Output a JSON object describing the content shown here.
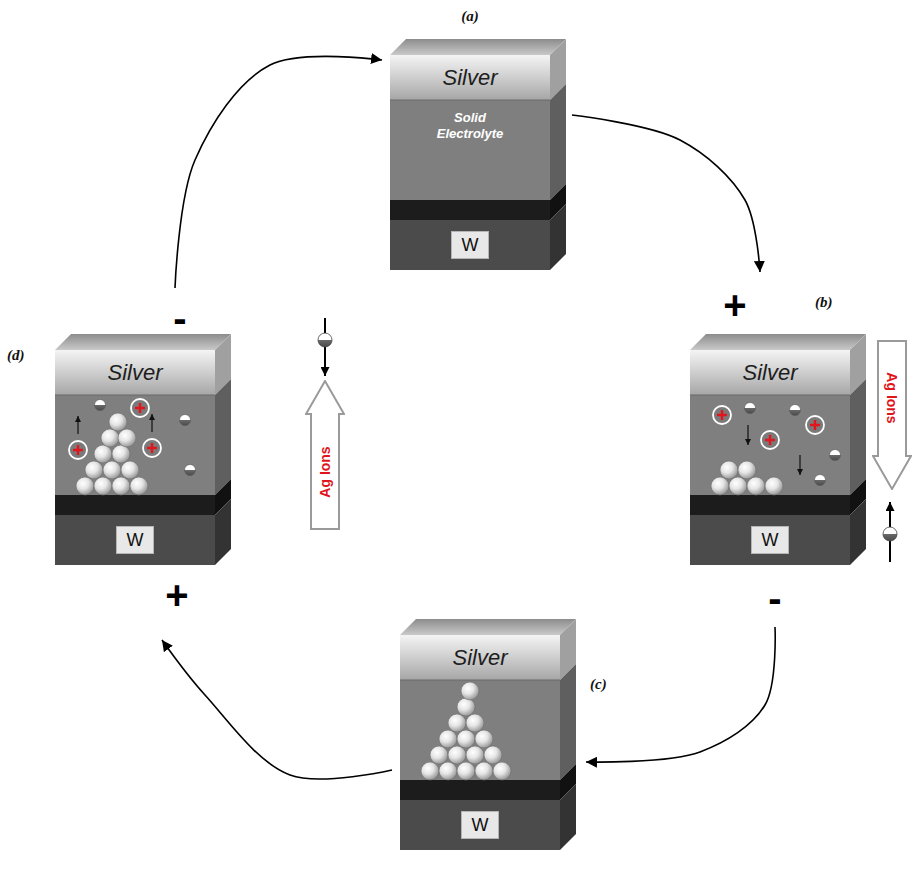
{
  "diagram": {
    "nodes": [
      {
        "text": [
          "(a)"
        ]
      },
      {
        "text": [
          "Silver"
        ],
        "in": 0
      },
      {
        "text": [
          "Solid Electrolyte"
        ],
        "in": 0
      },
      {
        "text": [
          "W"
        ],
        "in": 0
      },
      {
        "text": [
          "(b)"
        ]
      },
      {
        "text": [
          "Silver"
        ],
        "in": 4
      },
      {
        "text": [
          "W"
        ],
        "in": 4
      },
      {
        "text": [
          "Ag Ions"
        ]
      },
      {
        "text": [
          "(c)"
        ]
      },
      {
        "text": [
          "Silver"
        ],
        "in": 8
      },
      {
        "text": [
          "W"
        ],
        "in": 8
      },
      {
        "text": [
          "(d)"
        ]
      },
      {
        "text": [
          "Silver"
        ],
        "in": 11
      },
      {
        "text": [
          "W"
        ],
        "in": 11
      },
      {
        "text": [
          "Ag Ions"
        ]
      }
    ],
    "edges": [
      {
        "from": 0,
        "to": 4,
        "arrow": "to"
      },
      {
        "from": 4,
        "to": 8,
        "arrow": "to"
      },
      {
        "from": 8,
        "to": 11,
        "arrow": "to"
      },
      {
        "from": 11,
        "to": 0,
        "arrow": "to"
      }
    ],
    "labels": [
      "+",
      "-",
      "-",
      "+"
    ]
  }
}
